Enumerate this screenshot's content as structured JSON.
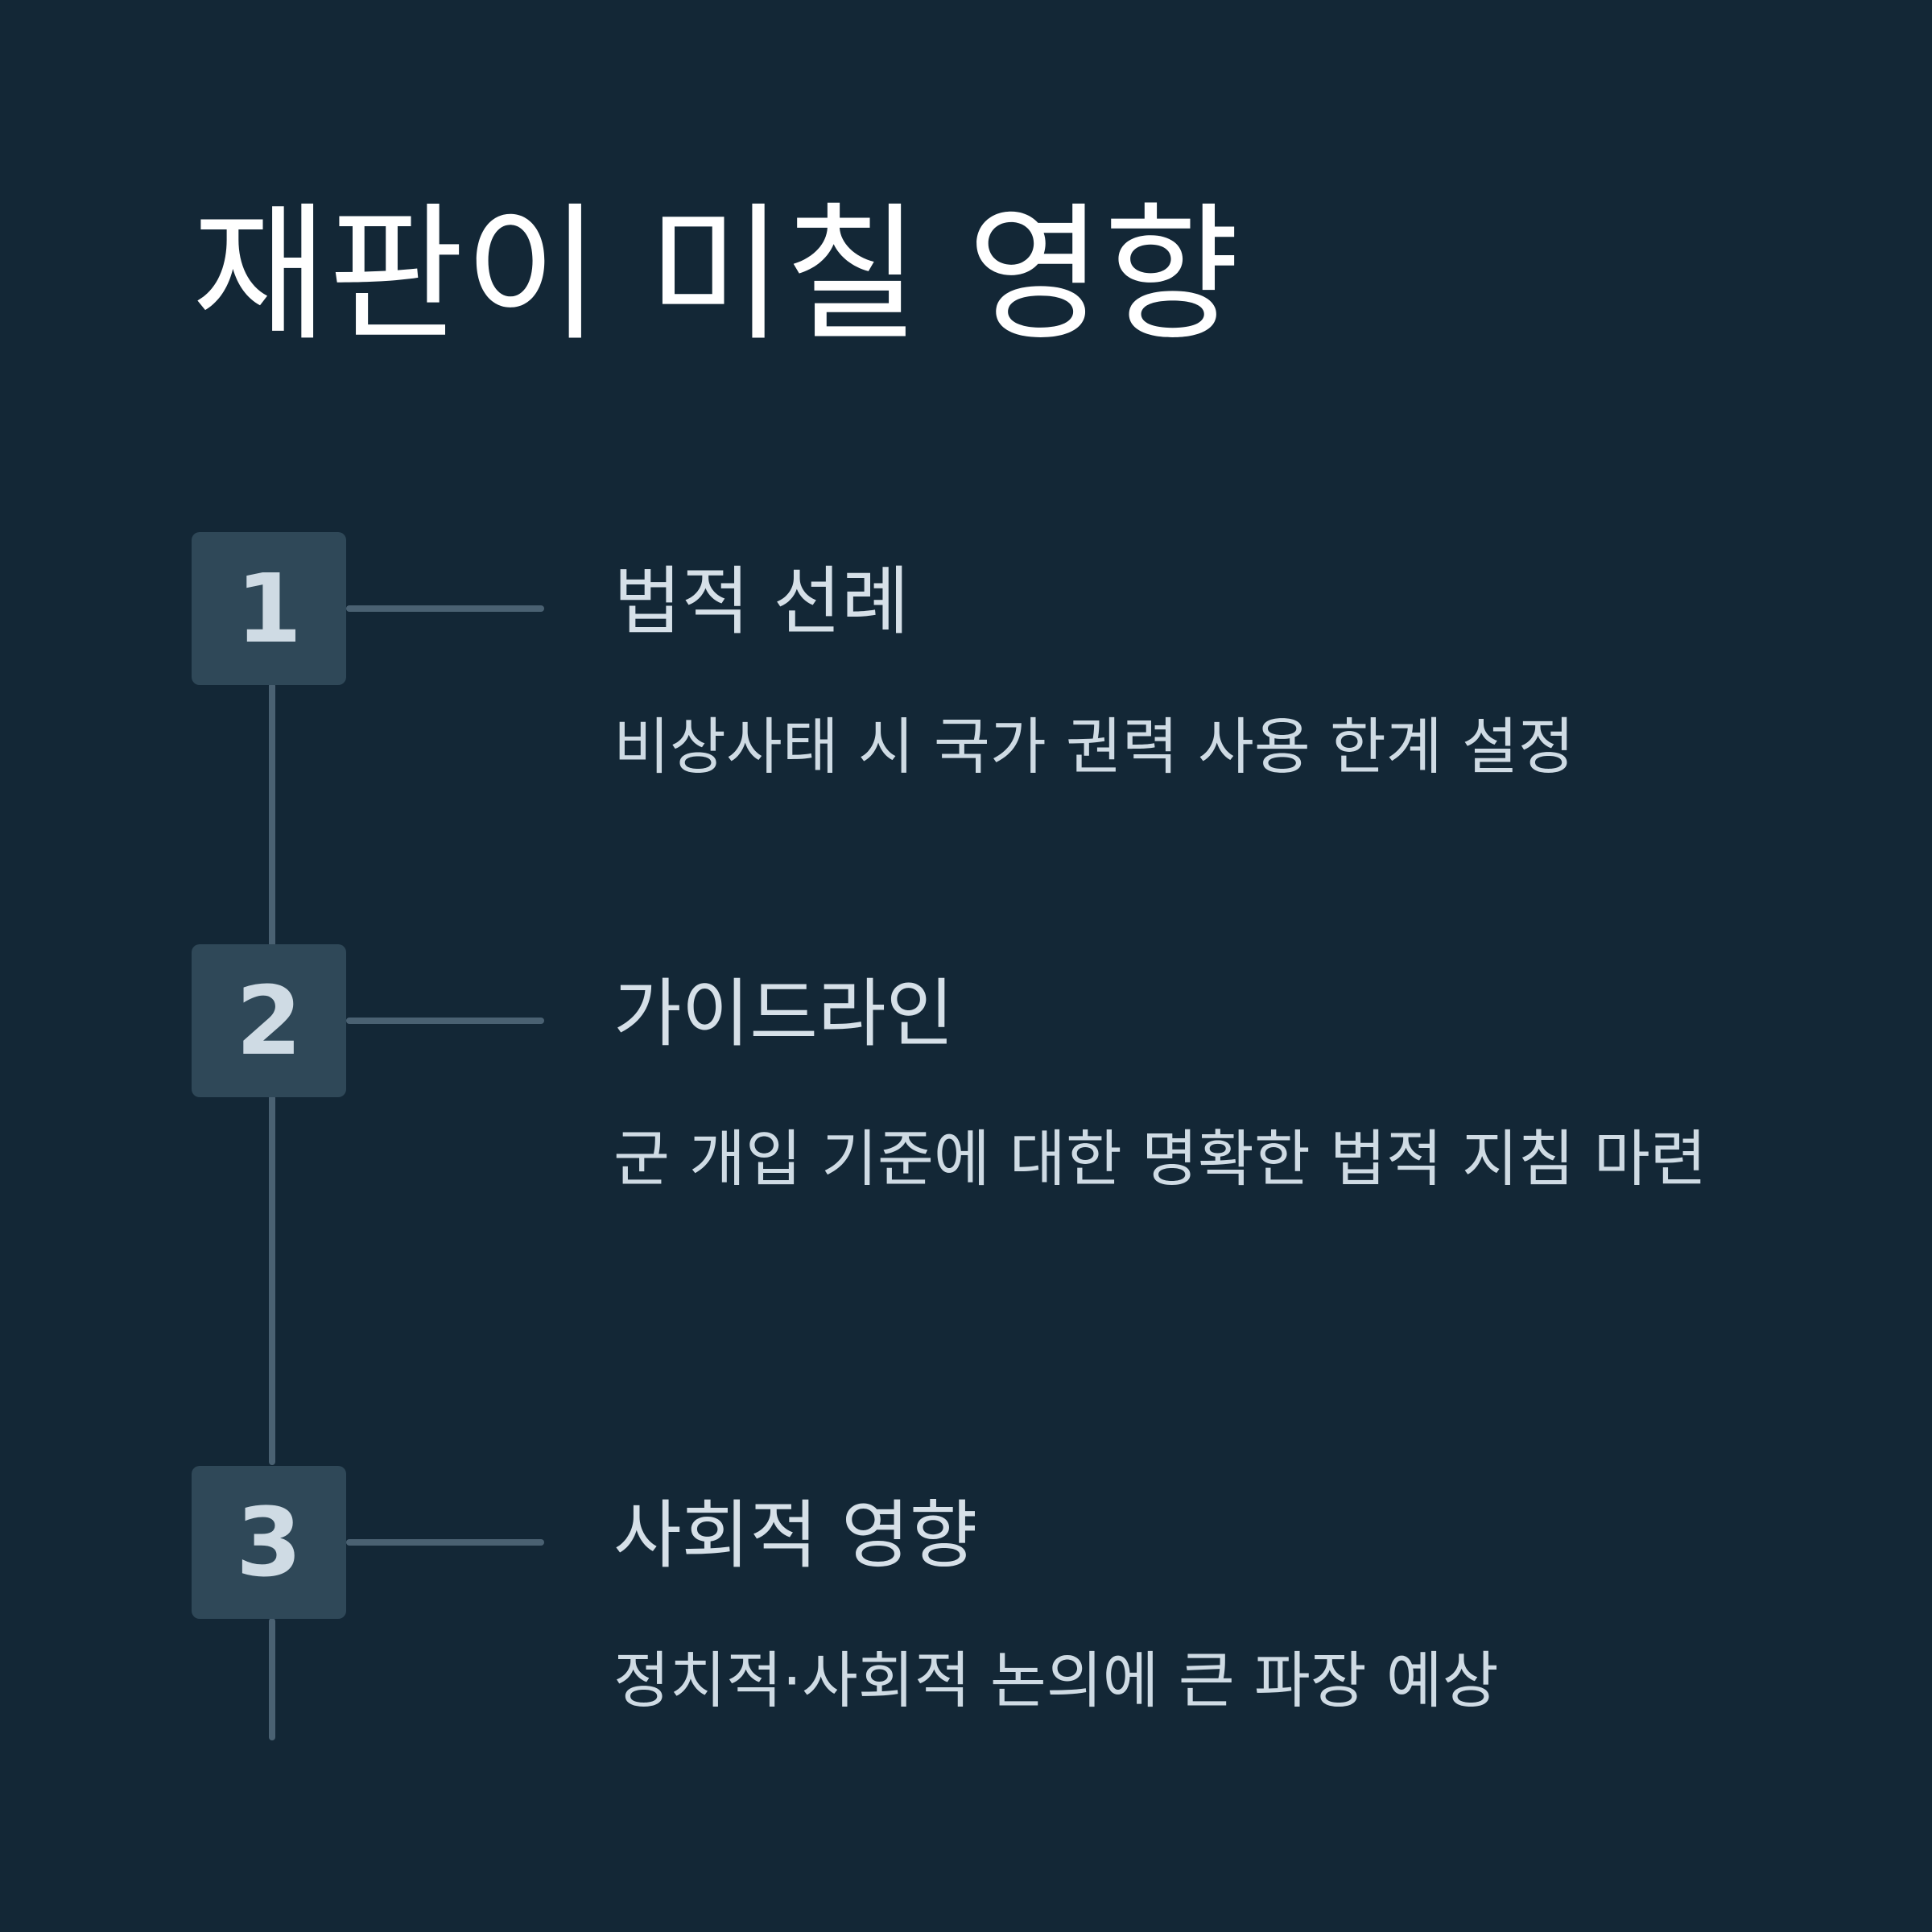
{
  "title": "재판이 미칠 영향",
  "steps": [
    {
      "number": "1",
      "title": "법적 선례",
      "description": "비상사태 시 국가 권력 사용 한계 설정"
    },
    {
      "number": "2",
      "title": "가이드라인",
      "description": "군 개입 기준에 대한 명확한 법적 지침 마련"
    },
    {
      "number": "3",
      "title": "사회적 영향",
      "description": "정치적·사회적 논의에 큰 파장 예상"
    }
  ],
  "colors": {
    "background": "#132736",
    "number_box": "#2f4858",
    "connector": "#4a6172",
    "title_text": "#ffffff",
    "body_text": "#cfdbe4"
  }
}
